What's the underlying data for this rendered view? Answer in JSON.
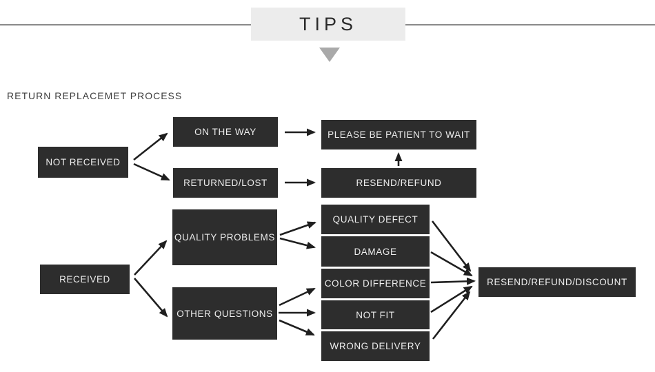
{
  "header": {
    "title": "TIPS",
    "box_color": "#ececec",
    "text_color": "#2a2a2a",
    "rule_color": "#8a8a8a",
    "arrow_down_color": "#a9a9a9"
  },
  "section": {
    "label": "RETURN REPLACEMET PROCESS"
  },
  "flowchart": {
    "node_background": "#2d2d2d",
    "node_text_color": "#ededed",
    "arrow_color": "#1f1f1f",
    "nodes": [
      {
        "id": "not-received",
        "label": "NOT RECEIVED"
      },
      {
        "id": "on-the-way",
        "label": "ON THE WAY"
      },
      {
        "id": "returned-lost",
        "label": "RETURNED/LOST"
      },
      {
        "id": "please-be-patient-to-wait",
        "label": "PLEASE BE PATIENT TO WAIT"
      },
      {
        "id": "resend-refund",
        "label": "RESEND/REFUND"
      },
      {
        "id": "received",
        "label": "RECEIVED"
      },
      {
        "id": "quality-problems",
        "label": "QUALITY PROBLEMS"
      },
      {
        "id": "other-questions",
        "label": "OTHER QUESTIONS"
      },
      {
        "id": "quality-defect",
        "label": "QUALITY DEFECT"
      },
      {
        "id": "damage",
        "label": "DAMAGE"
      },
      {
        "id": "color-difference",
        "label": "COLOR DIFFERENCE"
      },
      {
        "id": "not-fit",
        "label": "NOT FIT"
      },
      {
        "id": "wrong-delivery",
        "label": "WRONG DELIVERY"
      },
      {
        "id": "resend-refund-discount",
        "label": "RESEND/REFUND/DISCOUNT"
      }
    ],
    "edges": [
      {
        "from": "not-received",
        "to": "on-the-way"
      },
      {
        "from": "not-received",
        "to": "returned-lost"
      },
      {
        "from": "on-the-way",
        "to": "please-be-patient-to-wait"
      },
      {
        "from": "returned-lost",
        "to": "resend-refund"
      },
      {
        "from": "resend-refund",
        "to": "please-be-patient-to-wait"
      },
      {
        "from": "received",
        "to": "quality-problems"
      },
      {
        "from": "received",
        "to": "other-questions"
      },
      {
        "from": "quality-problems",
        "to": "quality-defect"
      },
      {
        "from": "quality-problems",
        "to": "damage"
      },
      {
        "from": "other-questions",
        "to": "color-difference"
      },
      {
        "from": "other-questions",
        "to": "not-fit"
      },
      {
        "from": "other-questions",
        "to": "wrong-delivery"
      },
      {
        "from": "quality-defect",
        "to": "resend-refund-discount"
      },
      {
        "from": "damage",
        "to": "resend-refund-discount"
      },
      {
        "from": "color-difference",
        "to": "resend-refund-discount"
      },
      {
        "from": "not-fit",
        "to": "resend-refund-discount"
      },
      {
        "from": "wrong-delivery",
        "to": "resend-refund-discount"
      }
    ]
  }
}
